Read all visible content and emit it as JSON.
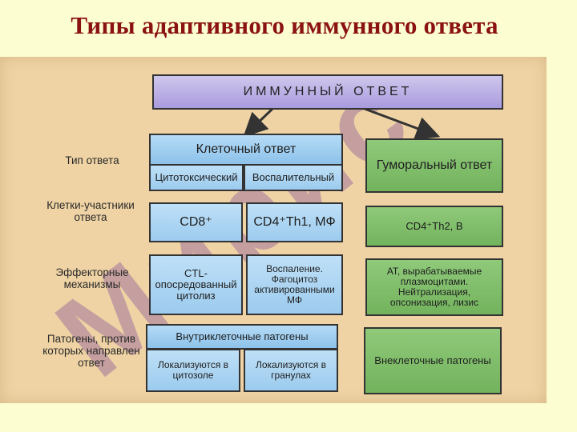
{
  "title": "Типы адаптивного иммунного ответа",
  "watermark": "Мирис",
  "top_box": "ИММУННЫЙ ОТВЕТ",
  "row_labels": {
    "type": "Тип ответа",
    "cells": "Клетки-участники ответа",
    "effector": "Эффекторные механизмы",
    "pathogens": "Патогены, против которых направлен ответ"
  },
  "cellular": {
    "header": "Клеточный ответ",
    "sub_left": "Цитотоксический",
    "sub_right": "Воспалительный",
    "cells_left": "CD8⁺",
    "cells_right": "CD4⁺Th1, МФ",
    "effector_left": "CTL-опосредованный цитолиз",
    "effector_right": "Воспаление. Фагоцитоз активированными МФ",
    "pathogen_header": "Внутриклеточные патогены",
    "pathogen_left": "Локализуются в цитозоле",
    "pathogen_right": "Локализуются в гранулах"
  },
  "humoral": {
    "header": "Гуморальный ответ",
    "cells": "CD4⁺Th2, В",
    "effector": "АТ, вырабатываемые плазмоцитами. Нейтрализация, опсонизация, лизис",
    "pathogens": "Внеклеточные патогены"
  },
  "colors": {
    "title": "#8b1212",
    "background": "#fdfdd2",
    "panel": "#efd3a4",
    "cellular_blue": "#9ccbee",
    "humoral_green": "#73b35d",
    "top_purple": "#a99bde"
  }
}
